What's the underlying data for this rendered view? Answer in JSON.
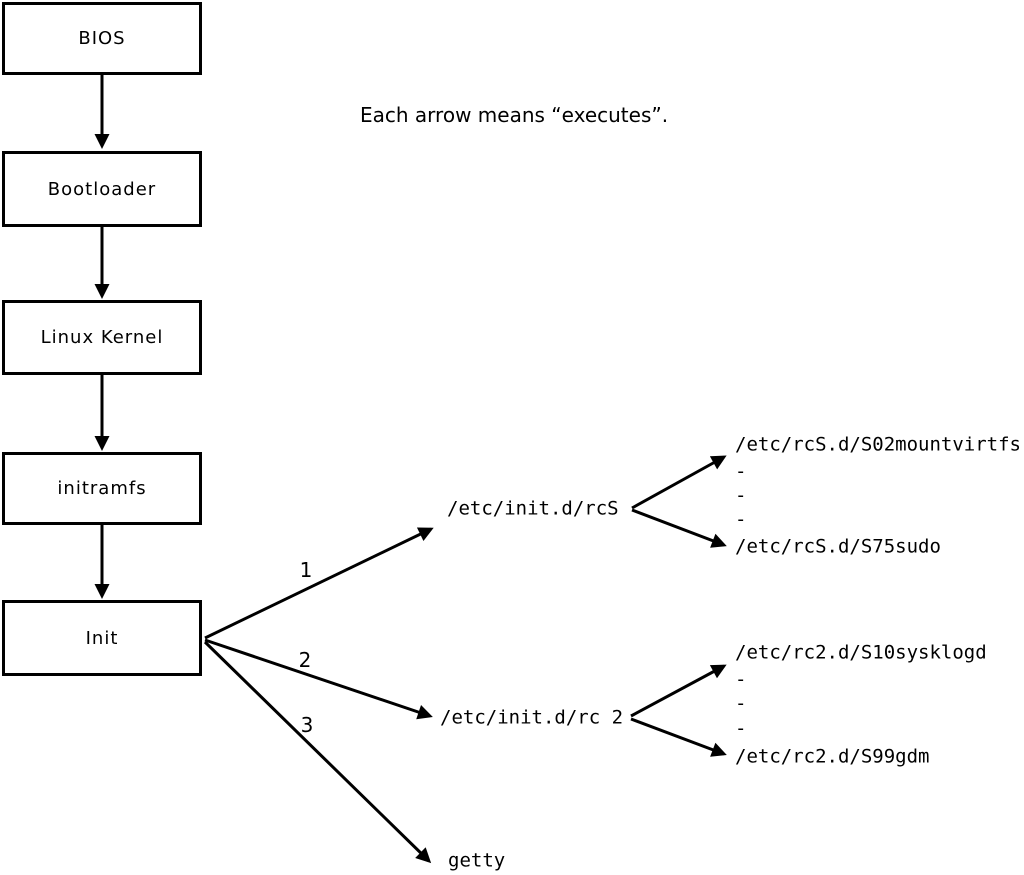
{
  "note": "Each arrow means “executes”.",
  "chain": [
    {
      "label": "BIOS"
    },
    {
      "label": "Bootloader"
    },
    {
      "label": "Linux Kernel"
    },
    {
      "label": "initramfs"
    },
    {
      "label": "Init"
    }
  ],
  "init_arrows": [
    {
      "number": "1",
      "target": "/etc/init.d/rcS"
    },
    {
      "number": "2",
      "target": "/etc/init.d/rc 2"
    },
    {
      "number": "3",
      "target": "getty"
    }
  ],
  "rcS_children": {
    "first": "/etc/rcS.d/S02mountvirtfs",
    "dash": "-",
    "last": "/etc/rcS.d/S75sudo"
  },
  "rc2_children": {
    "first": "/etc/rc2.d/S10sysklogd",
    "dash": "-",
    "last": "/etc/rc2.d/S99gdm"
  },
  "colors": {
    "foreground": "#000000",
    "background": "#ffffff"
  }
}
